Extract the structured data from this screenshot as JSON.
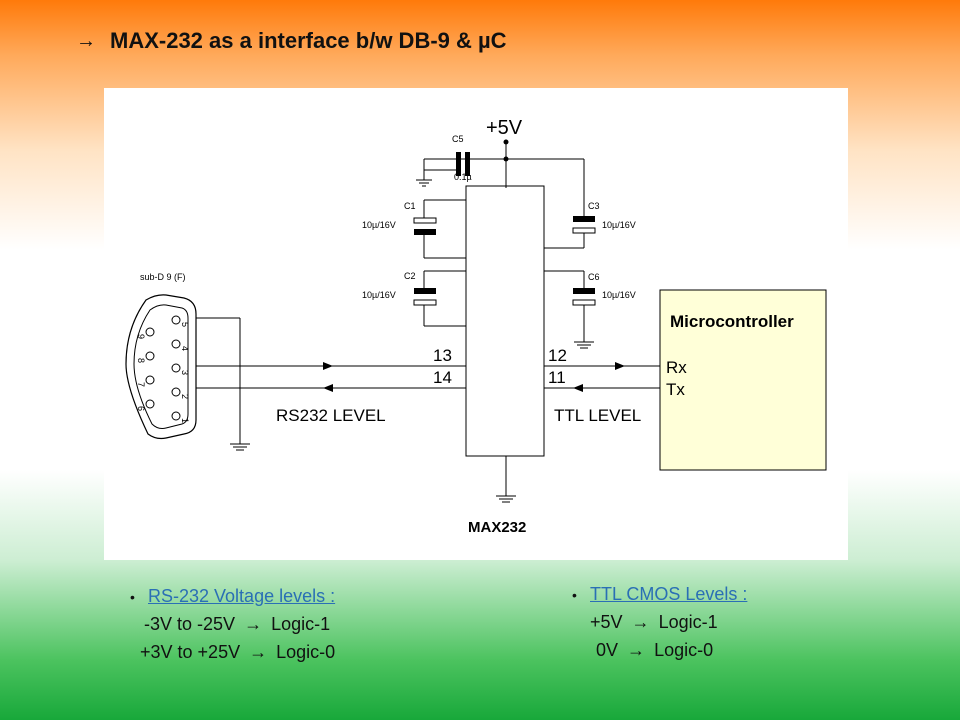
{
  "slide": {
    "title_arrow": "→",
    "title": "MAX-232 as a interface b/w DB-9 & µC"
  },
  "diagram": {
    "supply": "+5V",
    "chip": "MAX232",
    "connector": "sub-D 9 (F)",
    "microcontroller": "Microcontroller",
    "rx": "Rx",
    "tx": "Tx",
    "rs232_level": "RS232 LEVEL",
    "ttl_level": "TTL LEVEL",
    "pins": {
      "p13": "13",
      "p14": "14",
      "p12": "12",
      "p11": "11"
    },
    "capacitors": [
      {
        "name": "C5",
        "value": "0.1µ"
      },
      {
        "name": "C1",
        "value": "10µ/16V"
      },
      {
        "name": "C2",
        "value": "10µ/16V"
      },
      {
        "name": "C3",
        "value": "10µ/16V"
      },
      {
        "name": "C6",
        "value": "10µ/16V"
      }
    ],
    "db9_pins": [
      "5",
      "4",
      "3",
      "2",
      "1",
      "9",
      "8",
      "7",
      "6"
    ]
  },
  "rs232_levels": {
    "heading": "RS-232 Voltage levels :",
    "lines": [
      {
        "left": "-3V to -25V",
        "arrow": "→",
        "right": "Logic-1"
      },
      {
        "left": "+3V to +25V",
        "arrow": "→",
        "right": "Logic-0"
      }
    ]
  },
  "ttl_levels": {
    "heading": "TTL CMOS Levels :",
    "lines": [
      {
        "left": "+5V",
        "arrow": "→",
        "right": "Logic-1"
      },
      {
        "left": "0V",
        "arrow": "→",
        "right": "Logic-0"
      }
    ]
  },
  "colors": {
    "microcontroller_fill": "#ffffd8",
    "link_blue": "#2a6fb5",
    "saffron": "#ff7a0a",
    "green": "#18a83a"
  }
}
